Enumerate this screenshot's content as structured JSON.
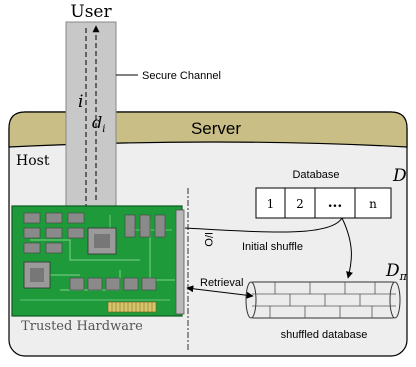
{
  "labels": {
    "user": "User",
    "secure_channel": "Secure Channel",
    "query_index": "i",
    "data_item": "d",
    "data_item_subscript": "i",
    "server": "Server",
    "host": "Host",
    "database": "Database",
    "database_symbol": "D",
    "shuffled_symbol": "D",
    "shuffled_symbol_subscript": "π",
    "io": "I/O",
    "initial_shuffle": "Initial shuffle",
    "retrieval": "Retrieval",
    "trusted_hardware": "Trusted Hardware",
    "shuffled_database": "shuffled database"
  },
  "database_cells": [
    "1",
    "2",
    "...",
    "n"
  ],
  "colors": {
    "server_header": "#c9bf86",
    "host_background": "#eeeeee",
    "channel": "#c8c8c8",
    "circuit_board": "#1f9a3a",
    "chip": "#8a8a8a",
    "outline": "#000000"
  }
}
